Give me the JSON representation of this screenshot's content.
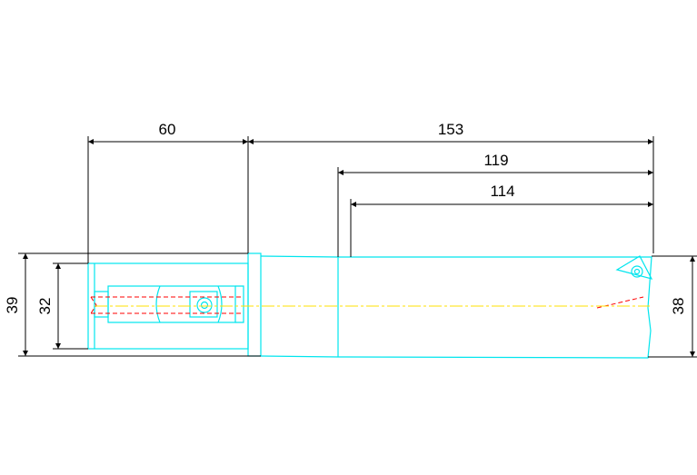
{
  "drawing": {
    "dimensions": {
      "d60": "60",
      "d153": "153",
      "d119": "119",
      "d114": "114",
      "d39": "39",
      "d32": "32",
      "d38": "38"
    },
    "colors": {
      "background": "#ffffff",
      "outline": "#00e5ee",
      "centerline": "#ffe000",
      "hidden": "#ff0000",
      "dimension": "#000000"
    }
  }
}
